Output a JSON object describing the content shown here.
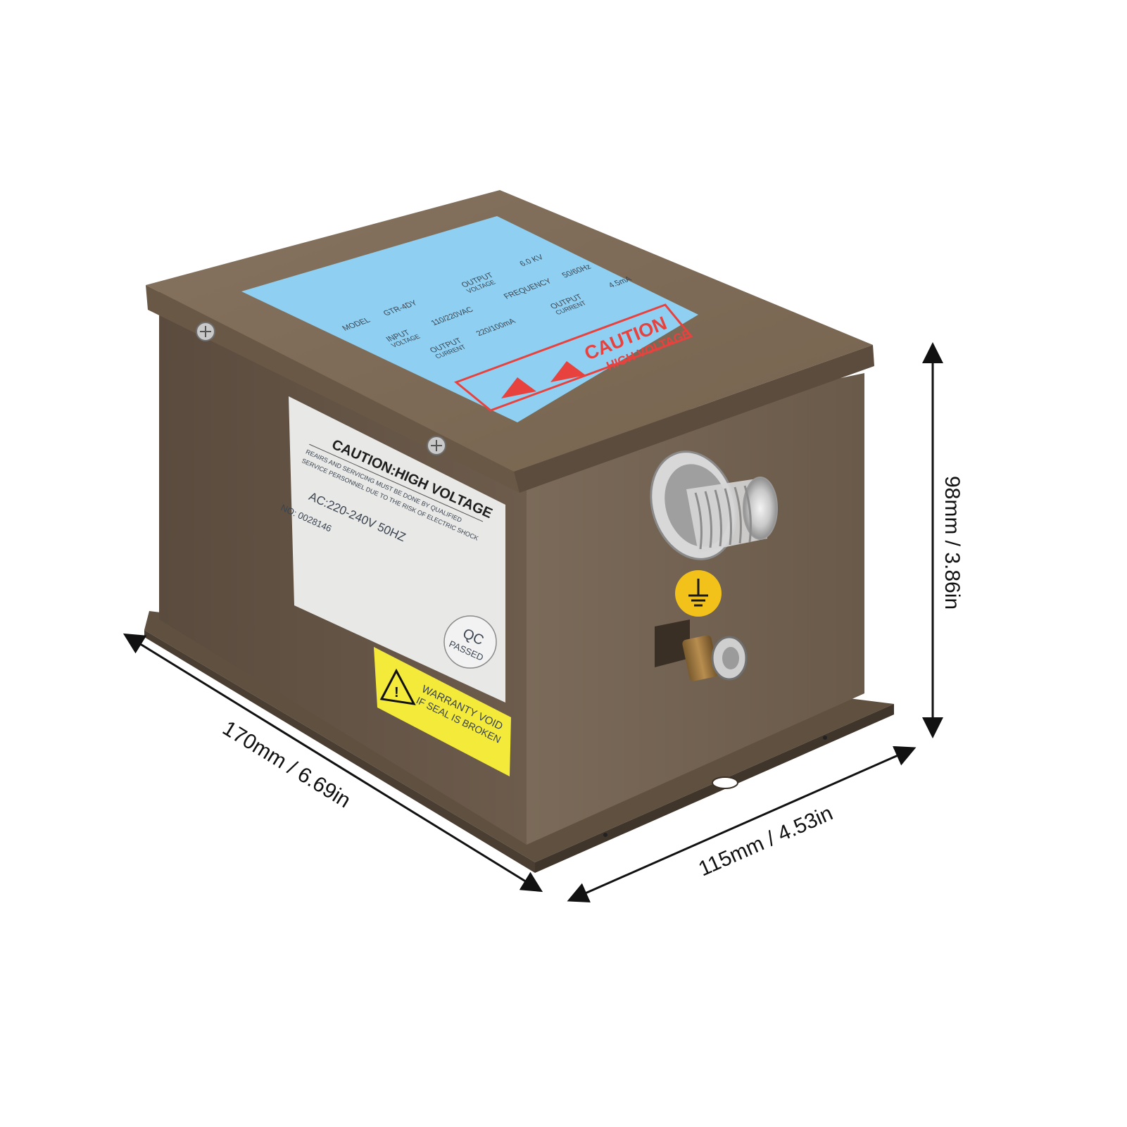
{
  "blue_label": {
    "model_key": "MODEL",
    "model_value": "GTR-4DY",
    "input_key_1": "INPUT",
    "input_key_2": "VOLTAGE",
    "input_value": "110/220VAC",
    "out_current_key_1": "OUTPUT",
    "out_current_key_2": "CURRENT",
    "out_current_value": "220/100mA",
    "out_voltage_key_1": "OUTPUT",
    "out_voltage_key_2": "VOLTAGE",
    "out_voltage_value": "6.0 KV",
    "frequency_key": "FREQUENCY",
    "frequency_value": "50/60Hz",
    "out_current2_key_1": "OUTPUT",
    "out_current2_key_2": "CURRENT",
    "out_current2_value": "4.5mA",
    "caution_title": "CAUTION",
    "caution_sub": "HIGH VOLTAGE"
  },
  "white_label": {
    "title": "CAUTION:HIGH VOLTAGE",
    "line1": "REAIRS AND SERVICING MUST BE DONE BY QUALIFIED",
    "line2": "SERVICE PERSONNEL DUE TO THE RISK OF ELECTRIC SHOCK",
    "rating": "AC:220-240V 50HZ",
    "serial": "NO: 0028146",
    "qc_1": "QC",
    "qc_2": "PASSED"
  },
  "warranty_sticker": {
    "line1": "WARRANTY VOID",
    "line2": "IF SEAL IS BROKEN"
  },
  "dimensions": {
    "length": "170mm / 6.69in",
    "width": "115mm / 4.53in",
    "height": "98mm / 3.86in"
  },
  "colors": {
    "housing": "#6f5f4f",
    "label_blue": "#8fd0f2",
    "caution_red": "#e8423f",
    "warranty_yellow": "#f4ea3a",
    "ground_yellow": "#f2c21b"
  }
}
